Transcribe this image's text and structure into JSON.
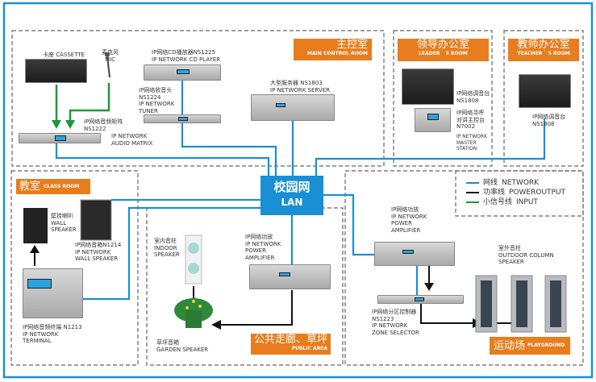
{
  "colors": {
    "network": "#1a8fd6",
    "power": "#111111",
    "input": "#1a9a3a",
    "label": "#e87d1e"
  },
  "lan": {
    "zh": "校园网",
    "en": "LAN"
  },
  "rooms": {
    "main": {
      "zh": "主控室",
      "en": "MAIN CONTROL ROOM"
    },
    "leader": {
      "zh": "领导办公室",
      "en": "LEADER ` S ROOM"
    },
    "teacher": {
      "zh": "教师办公室",
      "en": "TEACHER ` S ROOM"
    },
    "classroom": {
      "zh": "教室",
      "en": "CLASS ROOM"
    },
    "public": {
      "zh": "公共走廊、草坪",
      "en": "PUBLIC AREA"
    },
    "playground": {
      "zh": "运动场",
      "en": "PLAYGROUND"
    }
  },
  "legend": [
    {
      "zh": "网线",
      "en": "NETWORK"
    },
    {
      "zh": "功率线",
      "en": "POWEROUTPUT"
    },
    {
      "zh": "小信号线",
      "en": "INPUT"
    }
  ],
  "devices": {
    "cassette": [
      "卡座 CASSETTE"
    ],
    "mic": [
      "麦克风",
      "MIC"
    ],
    "cd_player": [
      "IP网络CD播放器NS1225",
      "IP NETWORK CD PLAYER"
    ],
    "tuner": [
      "IP网络收音头",
      "NS1224",
      "IP NETWORK",
      "TUNER"
    ],
    "audio_matrix": [
      "IP网络音频矩阵",
      "NS1222"
    ],
    "audio_matrix_en": [
      "IP NETWORK",
      "AUDIO MATRIX"
    ],
    "server": [
      "大型服务器 NS1803",
      "IP NETWORK SERVER"
    ],
    "leader_console": [
      "IP网络调音台",
      "NS1808"
    ],
    "master_station": [
      "IP网络寻呼",
      "对讲主控台",
      "N7002"
    ],
    "master_station_en": [
      "IP NETWORK",
      "MASTER",
      "STATION"
    ],
    "teacher_console": [
      "IP网络调音台",
      "NS1808"
    ],
    "wall_speaker": [
      "壁挂喇叭",
      "WALL",
      "SPEAKER"
    ],
    "network_wall_speaker": [
      "IP网络音箱N1214",
      "IP NETWORK",
      "WALL SPEAKER"
    ],
    "terminal": [
      "IP网络音频终端 N1213",
      "IP NETWORK",
      "TERMINAL"
    ],
    "indoor_speaker": [
      "室内音柱",
      "INDOOR",
      "SPEAKER"
    ],
    "garden_speaker": [
      "草坪音箱",
      "GARDEN SPEAKER"
    ],
    "public_amp": [
      "IP网络功放",
      "IP NETWORK",
      "POWER",
      "AMPLIFIER"
    ],
    "playground_amp": [
      "IP网络功放",
      "IP NETWORK",
      "POWER",
      "AMPLIFIER"
    ],
    "outdoor_column": [
      "室外音柱",
      "OUTDOOR COLUMN",
      "SPEAKER"
    ],
    "zone_selector": [
      "IP网络分区控制器",
      "NS1223",
      "IP NETWORK",
      "ZONE SELECTOR"
    ]
  }
}
